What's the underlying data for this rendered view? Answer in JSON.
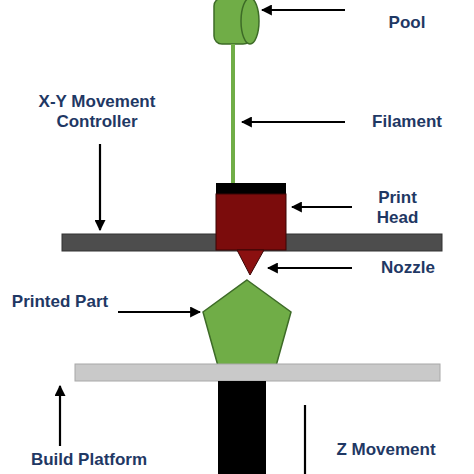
{
  "diagram": {
    "labels": [
      "Pool",
      "X-Y Movement Controller",
      "Filament",
      "Print Head",
      "Nozzle",
      "Printed Part",
      "Build Platform",
      "Z Movement"
    ]
  }
}
